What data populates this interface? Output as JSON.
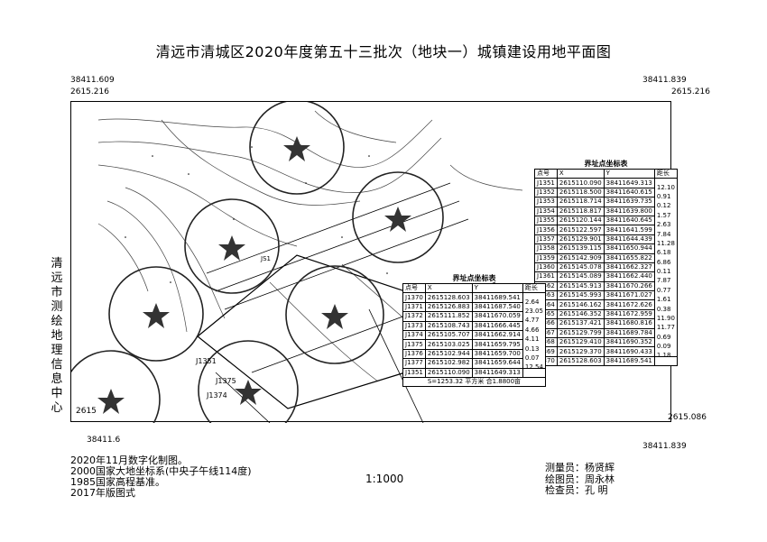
{
  "title": "清远市清城区2020年度第五十三批次（地块一）城镇建设用地平面图",
  "corners": {
    "top_left_y": "38411.609",
    "top_left_x": "2615.216",
    "top_right_y": "38411.839",
    "top_right_x": "2615.216",
    "bottom_right_x": "2615.086",
    "bottom_right_y": "38411.839",
    "bottom_left_x": "2615",
    "bottom_left_y": "38411.6"
  },
  "side_text": "清远市测绘地理信息中心",
  "map_labels": {
    "point_j1351": "J1351",
    "point_j1375": "J1375",
    "point_j1374": "J1374",
    "area_label": "JS1"
  },
  "table_right": {
    "caption": "界址点坐标表",
    "headers": [
      "点号",
      "X",
      "Y",
      "距长"
    ],
    "rows": [
      [
        "J1351",
        "2615110.090",
        "38411649.313"
      ],
      [
        "J1352",
        "2615118.500",
        "38411640.615"
      ],
      [
        "J1353",
        "2615118.714",
        "38411639.735"
      ],
      [
        "J1354",
        "2615118.817",
        "38411639.800"
      ],
      [
        "J1355",
        "2615120.144",
        "38411640.645"
      ],
      [
        "J1356",
        "2615122.597",
        "38411641.599"
      ],
      [
        "J1357",
        "2615129.901",
        "38411644.439"
      ],
      [
        "J1358",
        "2615139.115",
        "38411650.944"
      ],
      [
        "J1359",
        "2615142.909",
        "38411655.822"
      ],
      [
        "J1360",
        "2615145.078",
        "38411662.327"
      ],
      [
        "J1361",
        "2615145.089",
        "38411662.440"
      ],
      [
        "J1362",
        "2615145.913",
        "38411670.266"
      ],
      [
        "J1363",
        "2615145.993",
        "38411671.027"
      ],
      [
        "J1364",
        "2615146.162",
        "38411672.626"
      ],
      [
        "J1365",
        "2615146.352",
        "38411672.959"
      ],
      [
        "J1366",
        "2615137.421",
        "38411680.816"
      ],
      [
        "J1367",
        "2615129.799",
        "38411689.784"
      ],
      [
        "J1368",
        "2615129.410",
        "38411690.352"
      ],
      [
        "J1369",
        "2615129.370",
        "38411690.433"
      ],
      [
        "J1370",
        "2615128.603",
        "38411689.541"
      ]
    ],
    "distances": [
      "12.10",
      "0.91",
      "0.12",
      "1.57",
      "2.63",
      "7.84",
      "11.28",
      "6.18",
      "6.86",
      "0.11",
      "7.87",
      "0.77",
      "1.61",
      "0.38",
      "11.90",
      "11.77",
      "0.69",
      "0.09",
      "1.18"
    ]
  },
  "table_left": {
    "caption": "界址点坐标表",
    "headers": [
      "点号",
      "X",
      "Y",
      "距长"
    ],
    "rows": [
      [
        "J1370",
        "2615128.603",
        "38411689.541"
      ],
      [
        "J1371",
        "2615126.883",
        "38411687.540"
      ],
      [
        "J1372",
        "2615111.852",
        "38411670.059"
      ],
      [
        "J1373",
        "2615108.743",
        "38411666.445"
      ],
      [
        "J1374",
        "2615105.707",
        "38411662.914"
      ],
      [
        "J1375",
        "2615103.025",
        "38411659.795"
      ],
      [
        "J1376",
        "2615102.944",
        "38411659.700"
      ],
      [
        "J1377",
        "2615102.982",
        "38411659.644"
      ],
      [
        "J1351",
        "2615110.090",
        "38411649.313"
      ]
    ],
    "distances": [
      "2.64",
      "23.05",
      "4.77",
      "4.66",
      "4.11",
      "0.13",
      "0.07",
      "12.54"
    ],
    "area": "S=1253.32  平方米  合1.8800亩"
  },
  "notes": [
    "2020年11月数字化制图。",
    "2000国家大地坐标系(中央子午线114度)",
    "1985国家高程基准。",
    "2017年版图式"
  ],
  "scale": "1:1000",
  "signatures": [
    "测量员：杨贤辉",
    "绘图员：周永林",
    "检查员：孔  明"
  ]
}
